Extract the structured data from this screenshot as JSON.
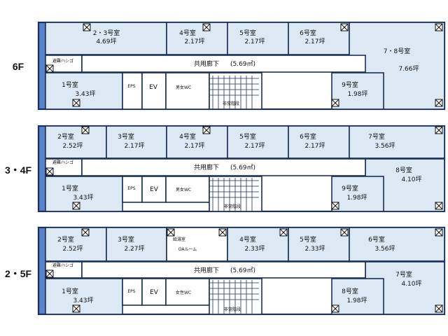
{
  "floors": [
    {
      "label": "6F",
      "rooms": [
        {
          "name": "2・3号室",
          "area": "4.69坪"
        },
        {
          "name": "4号室",
          "area": "2.17坪"
        },
        {
          "name": "5号室",
          "area": "2.17坪"
        },
        {
          "name": "6号室",
          "area": "2.17坪"
        },
        {
          "name": "7・8号室",
          "area": "7.66坪"
        },
        {
          "name": "1号室",
          "area": "3.43坪"
        },
        {
          "name": "9号室",
          "area": "1.98坪"
        }
      ],
      "eps": "EPS",
      "ev": "EV",
      "wc": "男女WC",
      "stairs": "非常階段",
      "ladder": "避難ハシゴ",
      "corridor": "共用廊下",
      "corridor_area": "(5.69㎡)"
    },
    {
      "label": "3・4F",
      "rooms": [
        {
          "name": "2号室",
          "area": "2.52坪"
        },
        {
          "name": "3号室",
          "area": "2.17坪"
        },
        {
          "name": "4号室",
          "area": "2.17坪"
        },
        {
          "name": "5号室",
          "area": "2.17坪"
        },
        {
          "name": "6号室",
          "area": "2.17坪"
        },
        {
          "name": "7号室",
          "area": "3.56坪"
        },
        {
          "name": "8号室",
          "area": "4.10坪"
        },
        {
          "name": "1号室",
          "area": "3.43坪"
        },
        {
          "name": "9号室",
          "area": "1.98坪"
        }
      ],
      "eps": "EPS",
      "ev": "EV",
      "wc": "男女WC",
      "stairs": "非常階段",
      "ladder": "避難ハシゴ",
      "corridor": "共用廊下",
      "corridor_area": "(5.69㎡)"
    },
    {
      "label": "2・5F",
      "rooms": [
        {
          "name": "2号室",
          "area": "2.52坪"
        },
        {
          "name": "3号室",
          "area": "2.27坪"
        },
        {
          "name": "4号室",
          "area": "2.33坪"
        },
        {
          "name": "5号室",
          "area": "2.33坪"
        },
        {
          "name": "6号室",
          "area": "3.56坪"
        },
        {
          "name": "7号室",
          "area": "4.10坪"
        },
        {
          "name": "1号室",
          "area": "3.43坪"
        },
        {
          "name": "8号室",
          "area": "1.98坪"
        }
      ],
      "kitchen": "給湯室",
      "oa_room": "OAルーム",
      "eps": "EPS",
      "ev": "EV",
      "wc": "女性WC",
      "stairs": "非常階段",
      "ladder": "避難ハシゴ",
      "corridor": "共用廊下",
      "corridor_area": "(5.69㎡)"
    }
  ]
}
